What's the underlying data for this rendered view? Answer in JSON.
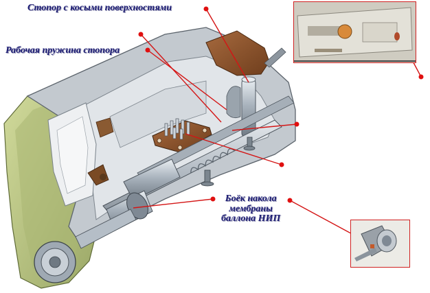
{
  "labels": {
    "stopper_surfaces": "Стопор с косыми поверхностями",
    "working_spring": "Рабочая пружина стопора",
    "striker_line1": "Боёк накола",
    "striker_line2": "мембраны",
    "striker_line3": "баллона НИП"
  },
  "colors": {
    "label_text": "#1b1b72",
    "leader_line": "#d41515",
    "marker_dot": "#e01010",
    "housing_green": "#b9c57f",
    "housing_metal": "#c9cfd6",
    "inset_border": "#d02020"
  }
}
